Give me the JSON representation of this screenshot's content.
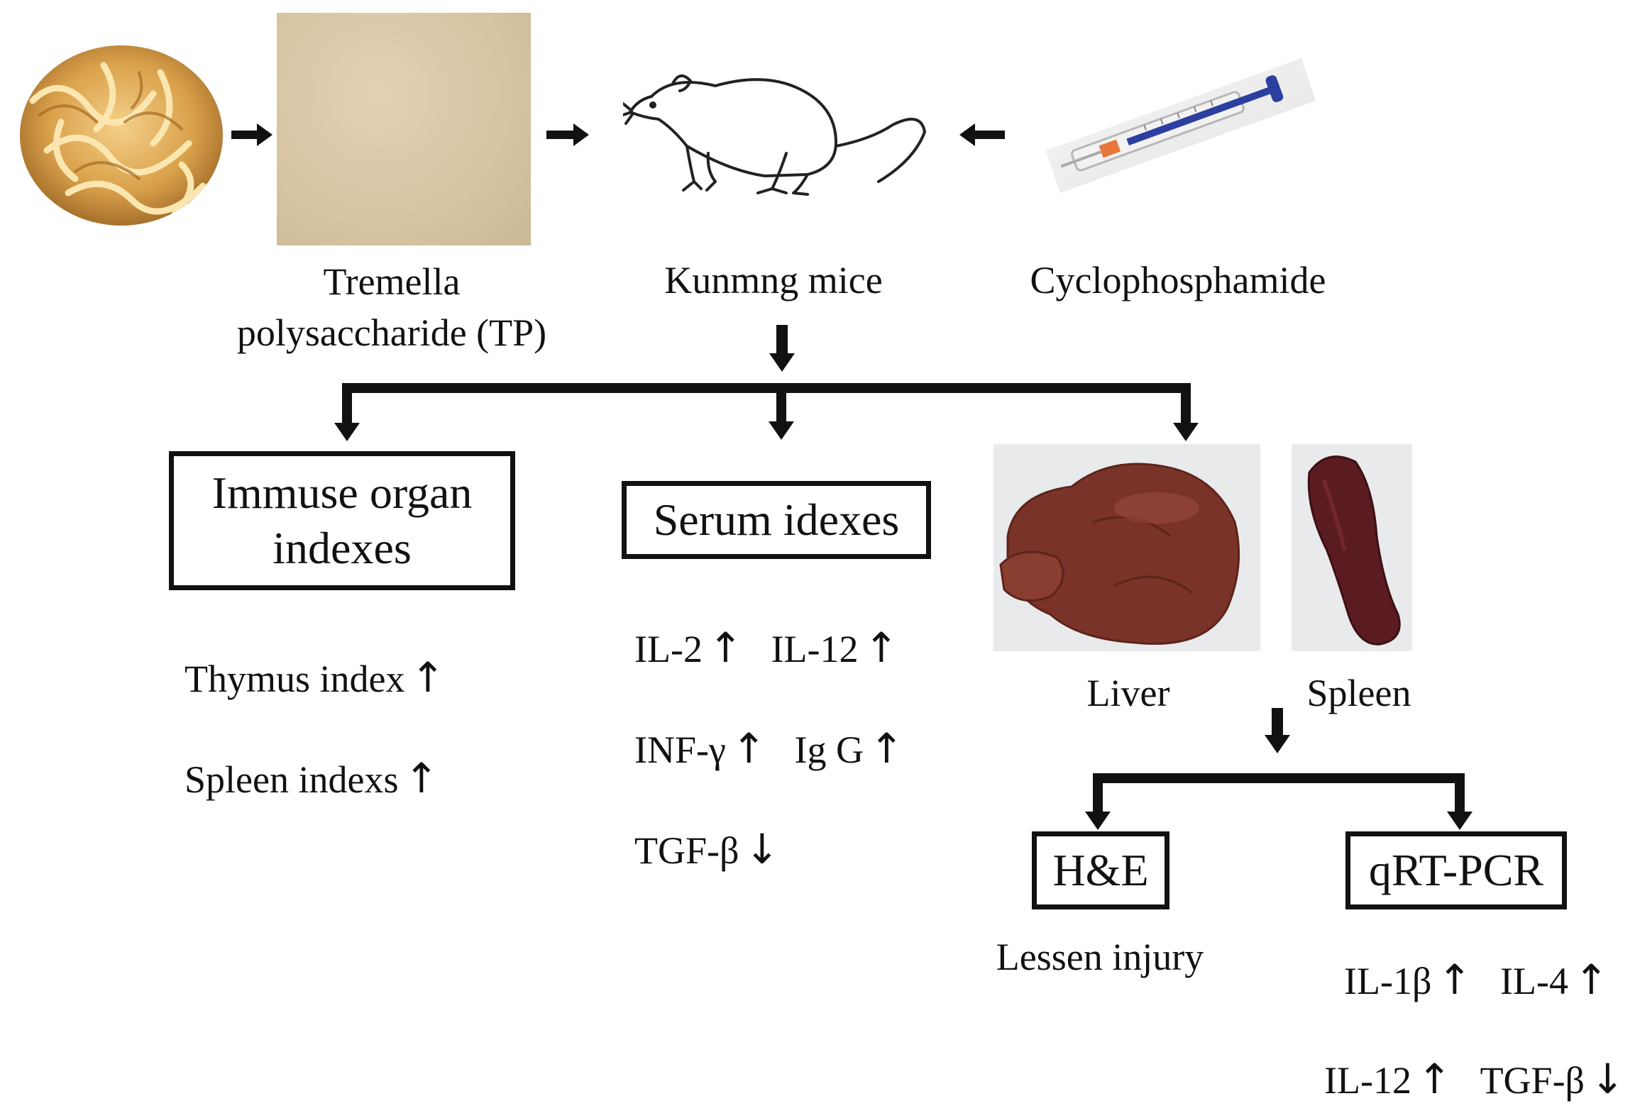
{
  "inputs": {
    "tremella_label": [
      "Tremella",
      "polysaccharide (TP)"
    ],
    "mice_label": "Kunmng mice",
    "cyclo_label": "Cyclophosphamide"
  },
  "boxes": {
    "immune": [
      "Immuse organ",
      "indexes"
    ],
    "serum": "Serum idexes",
    "he": "H&E",
    "qrt": "qRT-PCR"
  },
  "organs": {
    "liver": "Liver",
    "spleen": "Spleen"
  },
  "immune_results": [
    {
      "text": "Thymus index",
      "arrow": "↑"
    },
    {
      "text": "Spleen indexs",
      "arrow": "↑"
    }
  ],
  "serum_results": [
    [
      {
        "text": "IL-2",
        "arrow": "↑"
      },
      {
        "text": "IL-12",
        "arrow": "↑"
      }
    ],
    [
      {
        "text": "INF-γ",
        "arrow": "↑"
      },
      {
        "text": "Ig G",
        "arrow": "↑"
      }
    ],
    [
      {
        "text": "TGF-β",
        "arrow": "↓"
      }
    ]
  ],
  "he_result": "Lessen injury",
  "qrt_results": [
    [
      {
        "text": "IL-1β",
        "arrow": "↑"
      },
      {
        "text": "IL-4",
        "arrow": "↑"
      }
    ],
    [
      {
        "text": "IL-12",
        "arrow": "↑"
      },
      {
        "text": "TGF-β",
        "arrow": "↓"
      }
    ]
  ],
  "colors": {
    "tremella": "#e8b860",
    "powder": "#d9c7a6",
    "liver": "#7a3328",
    "spleen": "#5a1c20",
    "syringe_plunger": "#2c3fa0"
  }
}
